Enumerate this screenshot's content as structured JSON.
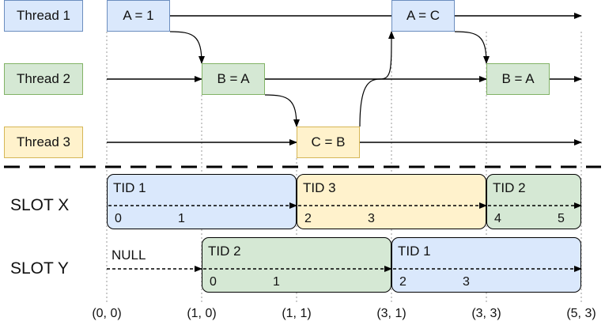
{
  "threads": [
    {
      "label": "Thread 1"
    },
    {
      "label": "Thread 2"
    },
    {
      "label": "Thread 3"
    }
  ],
  "ops": {
    "t1_a": "A = 1",
    "t1_b": "A = C",
    "t2_a": "B = A",
    "t2_b": "B = A",
    "t3_a": "C = B"
  },
  "slots": {
    "x": {
      "label": "SLOT X",
      "segments": [
        {
          "tid": "TID 1",
          "ticks": [
            "0",
            "1"
          ]
        },
        {
          "tid": "TID 3",
          "ticks": [
            "2",
            "3"
          ]
        },
        {
          "tid": "TID 2",
          "ticks": [
            "4",
            "5"
          ]
        }
      ]
    },
    "y": {
      "label": "SLOT Y",
      "null_label": "NULL",
      "segments": [
        {
          "tid": "TID 2",
          "ticks": [
            "0",
            "1"
          ]
        },
        {
          "tid": "TID 1",
          "ticks": [
            "2",
            "3"
          ]
        }
      ]
    }
  },
  "coords": [
    "(0, 0)",
    "(1, 0)",
    "(1, 1)",
    "(3, 1)",
    "(3, 3)",
    "(5, 3)"
  ],
  "colors": {
    "blue_fill": "#dae8fc",
    "blue_stroke": "#6c8ebf",
    "green_fill": "#d5e8d4",
    "green_stroke": "#82b366",
    "yellow_fill": "#fff2cc",
    "yellow_stroke": "#d6b656"
  }
}
